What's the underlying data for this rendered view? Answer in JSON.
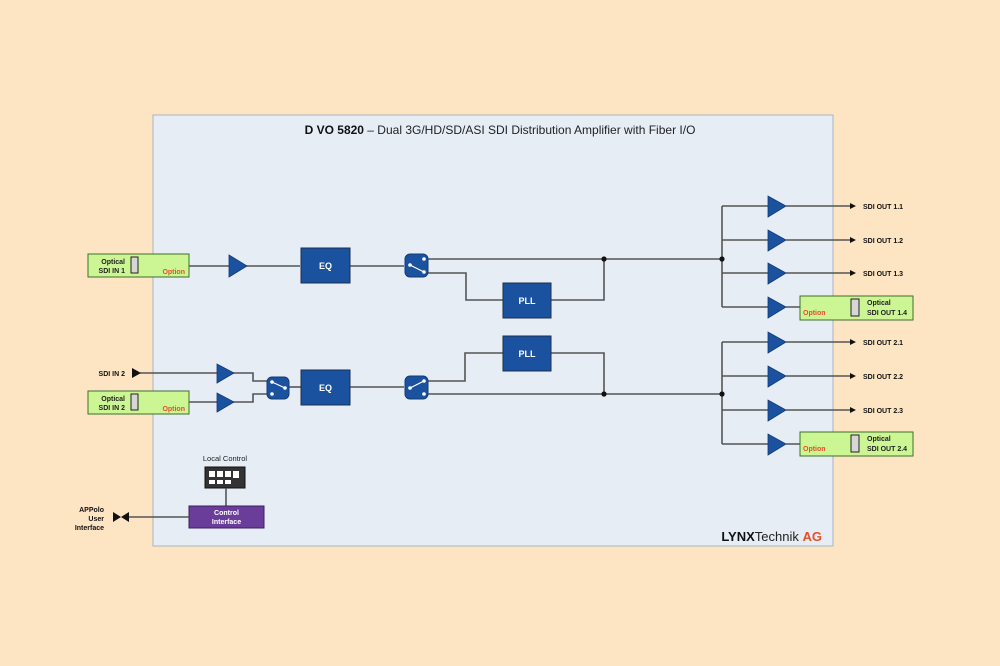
{
  "title": {
    "model": "D VO 5820",
    "description": " – Dual 3G/HD/SD/ASI SDI Distribution Amplifier with Fiber I/O"
  },
  "blocks": {
    "eq": "EQ",
    "pll": "PLL",
    "control_line1": "Control",
    "control_line2": "Interface",
    "local_control": "Local Control"
  },
  "inputs": {
    "optical_in1": {
      "line1": "Optical",
      "line2": "SDI IN 1",
      "option": "Option"
    },
    "sdi_in2": "SDI IN 2",
    "optical_in2": {
      "line1": "Optical",
      "line2": "SDI IN 2",
      "option": "Option"
    }
  },
  "outputs": {
    "ch1": [
      "SDI OUT 1.1",
      "SDI OUT 1.2",
      "SDI OUT 1.3"
    ],
    "optical_out1": {
      "line1": "Optical",
      "line2": "SDI OUT 1.4",
      "option": "Option"
    },
    "ch2": [
      "SDI OUT 2.1",
      "SDI OUT 2.2",
      "SDI OUT 2.3"
    ],
    "optical_out2": {
      "line1": "Optical",
      "line2": "SDI OUT 2.4",
      "option": "Option"
    }
  },
  "appolo": [
    "APPolo",
    "User",
    "Interface"
  ],
  "brand": {
    "bold": "LYNX",
    "normal": "Technik ",
    "accent": "AG"
  },
  "colors": {
    "background": "#fde5c4",
    "panel": "#e6edf5",
    "block_blue": "#1a52a0",
    "option_green": "#ccf593",
    "control_purple": "#6b3d9a",
    "accent_red": "#e4502a"
  }
}
